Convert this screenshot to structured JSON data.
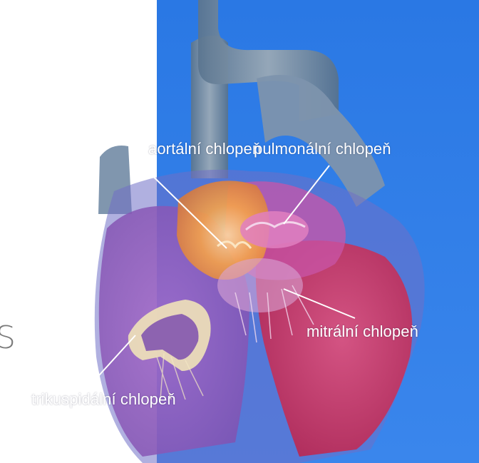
{
  "colors": {
    "background": "#2f7fe6",
    "label_text": "#ffffff",
    "pointer_line": "#ffffff"
  },
  "labels": {
    "aortic_valve": "aortální chlopeň",
    "pulmonary_valve": "pulmonální chlopeň",
    "mitral_valve": "mitrální chlopeň",
    "tricuspid_valve": "trikuspidální chlopeň"
  },
  "edge_glyph": "S"
}
